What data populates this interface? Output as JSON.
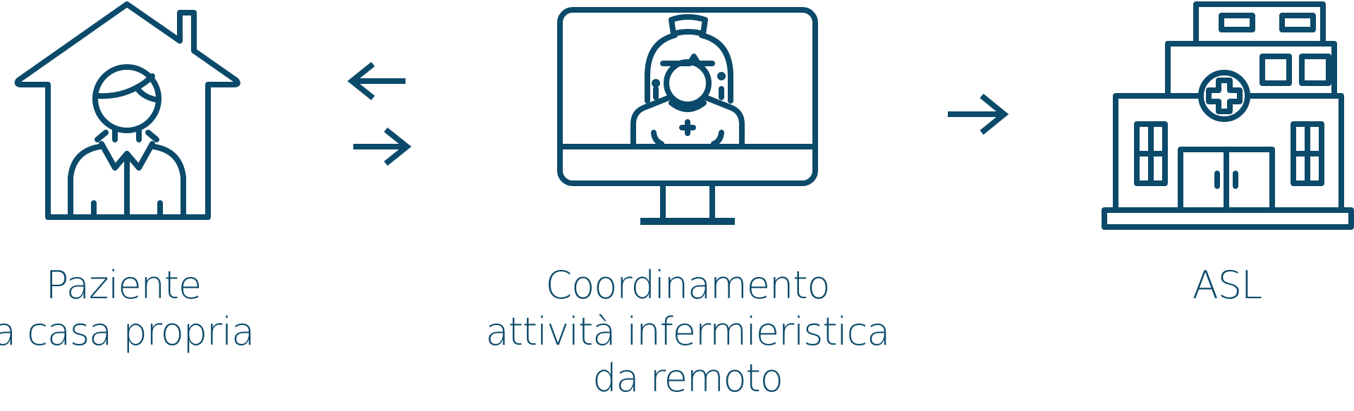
{
  "colors": {
    "primary": "#0b4a6a",
    "background": "#ffffff"
  },
  "nodes": [
    {
      "icon": "home-patient-icon",
      "label_lines": [
        "Paziente",
        "a casa propria"
      ]
    },
    {
      "icon": "remote-nurse-monitor-icon",
      "label_lines": [
        "Coordinamento",
        "attività infermieristica",
        "da remoto"
      ]
    },
    {
      "icon": "hospital-building-icon",
      "label_lines": [
        "ASL"
      ]
    }
  ],
  "connectors": [
    {
      "icon": "bidirectional-arrows-icon"
    },
    {
      "icon": "right-arrow-icon"
    }
  ]
}
